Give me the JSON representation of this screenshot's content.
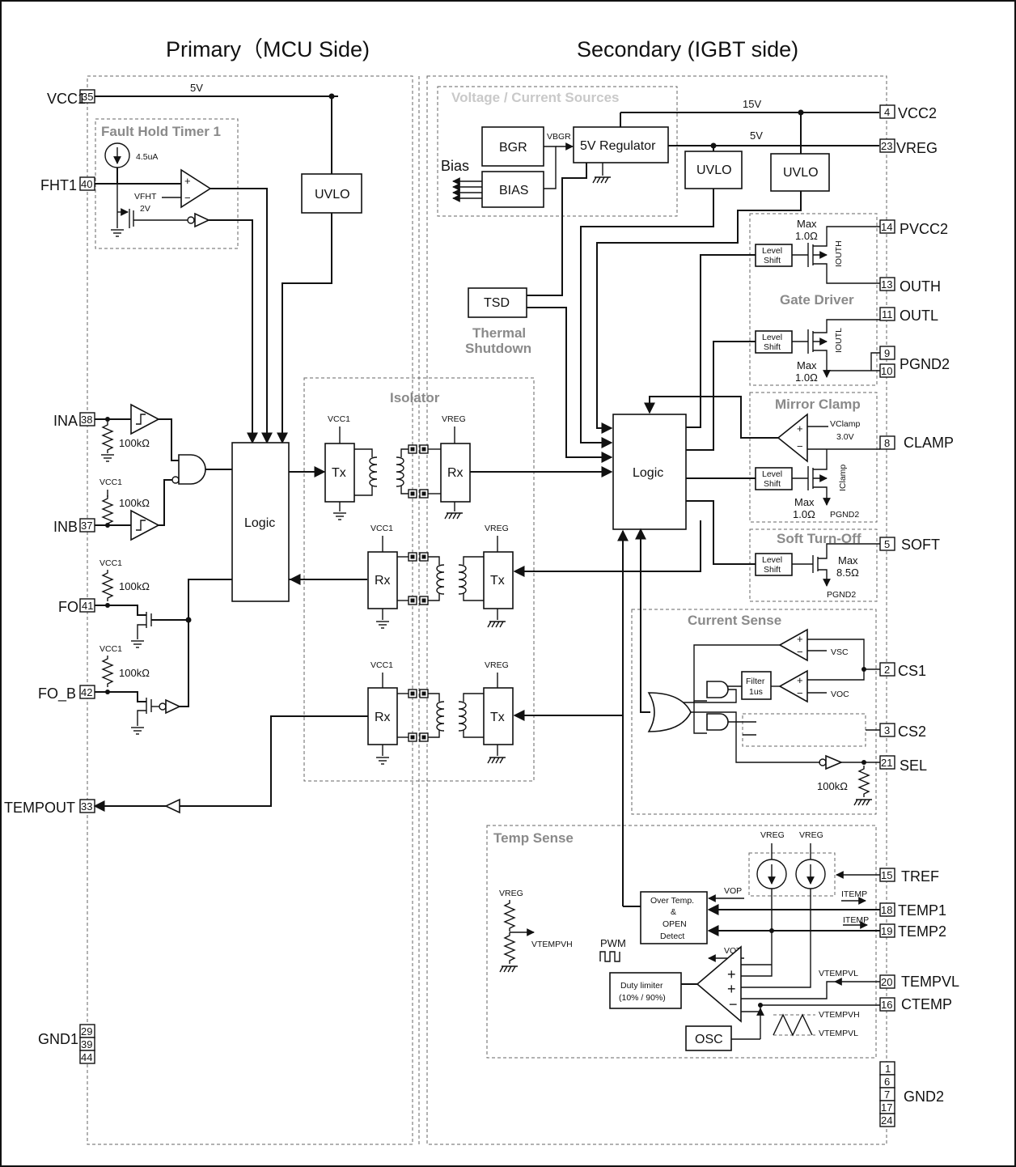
{
  "titles": {
    "primary": "Primary（MCU Side)",
    "secondary": "Secondary (IGBT side)"
  },
  "sections": {
    "fault_hold": "Fault Hold Timer 1",
    "vc_sources": "Voltage / Current Sources",
    "isolator": "Isolator",
    "thermal_1": "Thermal",
    "thermal_2": "Shutdown",
    "gate_driver": "Gate Driver",
    "mirror_clamp": "Mirror Clamp",
    "soft_turnoff": "Soft Turn-Off",
    "current_sense": "Current Sense",
    "temp_sense": "Temp Sense"
  },
  "pins_left": [
    {
      "num": "35",
      "name": "VCC1"
    },
    {
      "num": "40",
      "name": "FHT1"
    },
    {
      "num": "38",
      "name": "INA"
    },
    {
      "num": "37",
      "name": "INB"
    },
    {
      "num": "41",
      "name": "FO"
    },
    {
      "num": "42",
      "name": "FO_B"
    },
    {
      "num": "33",
      "name": "TEMPOUT"
    }
  ],
  "gnd1": {
    "name": "GND1",
    "pins": [
      "29",
      "39",
      "44"
    ]
  },
  "pins_right": [
    {
      "num": "4",
      "name": "VCC2"
    },
    {
      "num": "23",
      "name": "VREG"
    },
    {
      "num": "14",
      "name": "PVCC2"
    },
    {
      "num": "13",
      "name": "OUTH"
    },
    {
      "num": "11",
      "name": "OUTL"
    },
    {
      "num": "9",
      "name": ""
    },
    {
      "num": "10",
      "name": "PGND2"
    },
    {
      "num": "8",
      "name": "CLAMP"
    },
    {
      "num": "5",
      "name": "SOFT"
    },
    {
      "num": "2",
      "name": "CS1"
    },
    {
      "num": "3",
      "name": "CS2"
    },
    {
      "num": "21",
      "name": "SEL"
    },
    {
      "num": "15",
      "name": "TREF"
    },
    {
      "num": "18",
      "name": "TEMP1"
    },
    {
      "num": "19",
      "name": "TEMP2"
    },
    {
      "num": "20",
      "name": "TEMPVL"
    },
    {
      "num": "16",
      "name": "CTEMP"
    }
  ],
  "gnd2": {
    "name": "GND2",
    "pins": [
      "1",
      "6",
      "7",
      "17",
      "24"
    ]
  },
  "blocks": {
    "uvlo": "UVLO",
    "logic": "Logic",
    "bgr": "BGR",
    "bias": "BIAS",
    "bias_label": "Bias",
    "regulator": "5V Regulator",
    "tsd": "TSD",
    "tx": "Tx",
    "rx": "Rx",
    "level_shift_1": "Level",
    "level_shift_2": "Shift",
    "filter_1": "Filter",
    "filter_2": "1us",
    "over_temp": [
      "Over Temp.",
      "&",
      "OPEN",
      "Detect"
    ],
    "duty_1": "Duty limiter",
    "duty_2": "(10% / 90%)",
    "osc": "OSC",
    "pwm": "PWM"
  },
  "values": {
    "v5": "5V",
    "v15": "15V",
    "i45": "4.5uA",
    "v2": "2V",
    "r100k": "100kΩ",
    "max": "Max",
    "r1": "1.0Ω",
    "r85": "8.5Ω",
    "v30": "3.0V"
  },
  "subs": {
    "vcc1": "VCC1",
    "vreg": "VREG",
    "vbgr": "VBGR",
    "vfht": "VFHT",
    "vclamp": "VClamp",
    "pgnd2": "PGND2",
    "vsc": "VSC",
    "voc": "VOC",
    "vop": "VOP",
    "vot": "VOT",
    "itemp": "ITEMP",
    "vtempvh": "VTEMPVH",
    "vtempvl": "VTEMPVL",
    "iouth": "IOUTH",
    "ioutl": "IOUTL",
    "iclamp": "IClamp"
  }
}
